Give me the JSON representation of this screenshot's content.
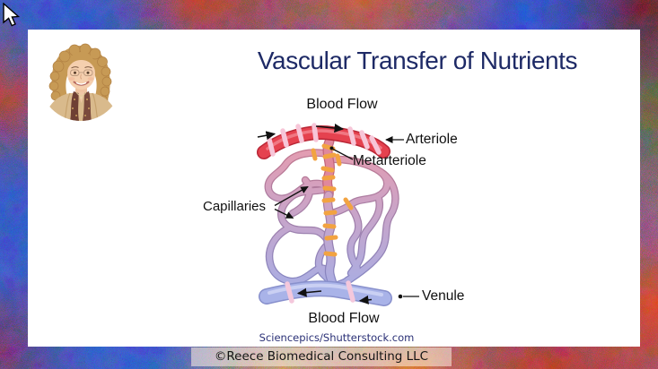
{
  "slide": {
    "title": "Vascular Transfer of Nutrients",
    "attribution": "Sciencepics/Shutterstock.com",
    "footer": "©Reece Biomedical Consulting LLC",
    "presenter": {
      "description": "woman with curly blonde hair, tan jacket and patterned scarf"
    },
    "diagram": {
      "labels": {
        "blood_flow_top": "Blood Flow",
        "arteriole": "Arteriole",
        "metarteriole": "Metarteriole",
        "capillaries": "Capillaries",
        "venule": "Venule",
        "blood_flow_bottom": "Blood Flow"
      },
      "flow_direction": {
        "arteriole": "right",
        "venule": "left"
      }
    },
    "colors": {
      "title_navy": "#1e2a66",
      "arteriole_red": "#e5424f",
      "arteriole_band_pink": "#f7c6d8",
      "metarteriole_pink": "#e0889c",
      "precapillary_sphincter_orange": "#f2a341",
      "capillary_top_pink": "#e49cb0",
      "capillary_bottom_lavender": "#a8aee4",
      "venule_lavender": "#a9b3e8",
      "venule_band_pink": "#f4c8dc",
      "attribution_navy": "#2a3076"
    },
    "icons": [
      "cursor-icon"
    ]
  }
}
